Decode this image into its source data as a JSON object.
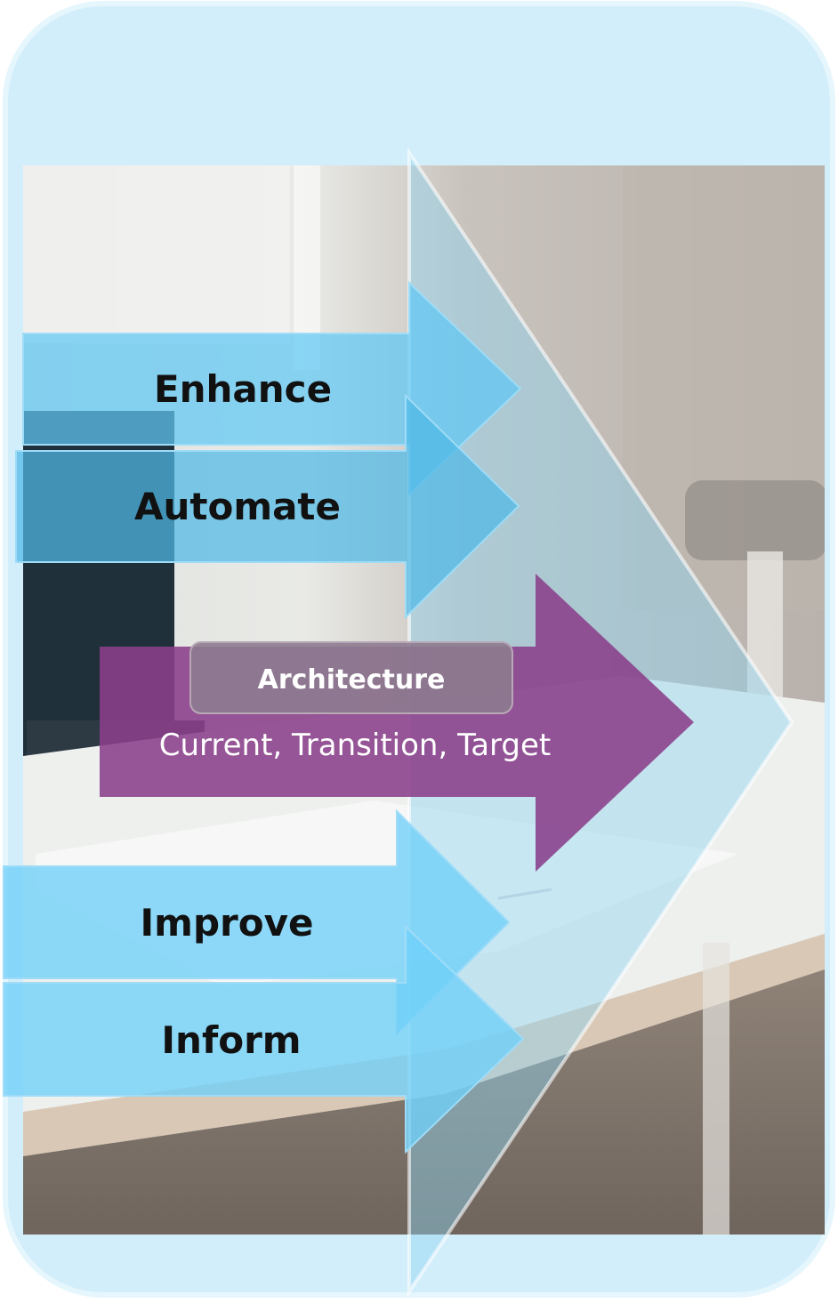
{
  "colors": {
    "panel_bg": "#d3eefb",
    "arrow_blue": "#5fc8f4",
    "chevron": "#8fd3f0",
    "architecture_purple": "#8a3f8a",
    "label_box": "#7d6a80"
  },
  "arrows": [
    {
      "label": "Enhance"
    },
    {
      "label": "Automate"
    },
    {
      "label": "Improve"
    },
    {
      "label": "Inform"
    }
  ],
  "center_arrow": {
    "title": "Architecture",
    "subtitle": "Current, Transition, Target"
  }
}
